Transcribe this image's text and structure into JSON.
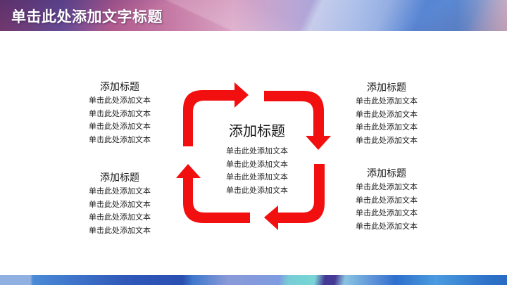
{
  "slide": {
    "title": "单击此处添加文字标题",
    "colors": {
      "arrow": "#f20f0f",
      "text": "#222222",
      "title_text": "#ffffff",
      "background": "#ffffff"
    }
  },
  "center": {
    "title": "添加标题",
    "lines": [
      "单击此处添加文本",
      "单击此处添加文本",
      "单击此处添加文本",
      "单击此处添加文本"
    ]
  },
  "blocks": {
    "top_left": {
      "title": "添加标题",
      "lines": [
        "单击此处添加文本",
        "单击此处添加文本",
        "单击此处添加文本",
        "单击此处添加文本"
      ]
    },
    "bottom_left": {
      "title": "添加标题",
      "lines": [
        "单击此处添加文本",
        "单击此处添加文本",
        "单击此处添加文本",
        "单击此处添加文本"
      ]
    },
    "top_right": {
      "title": "添加标题",
      "lines": [
        "单击此处添加文本",
        "单击此处添加文本",
        "单击此处添加文本",
        "单击此处添加文本"
      ]
    },
    "bottom_right": {
      "title": "添加标题",
      "lines": [
        "单击此处添加文本",
        "单击此处添加文本",
        "单击此处添加文本",
        "单击此处添加文本"
      ]
    }
  },
  "diagram": {
    "type": "cycle",
    "arrows": [
      "arrow-top-left-curved-right",
      "arrow-top-right-curved-down",
      "arrow-bottom-right-curved-left",
      "arrow-bottom-left-curved-up"
    ],
    "direction": "clockwise"
  }
}
